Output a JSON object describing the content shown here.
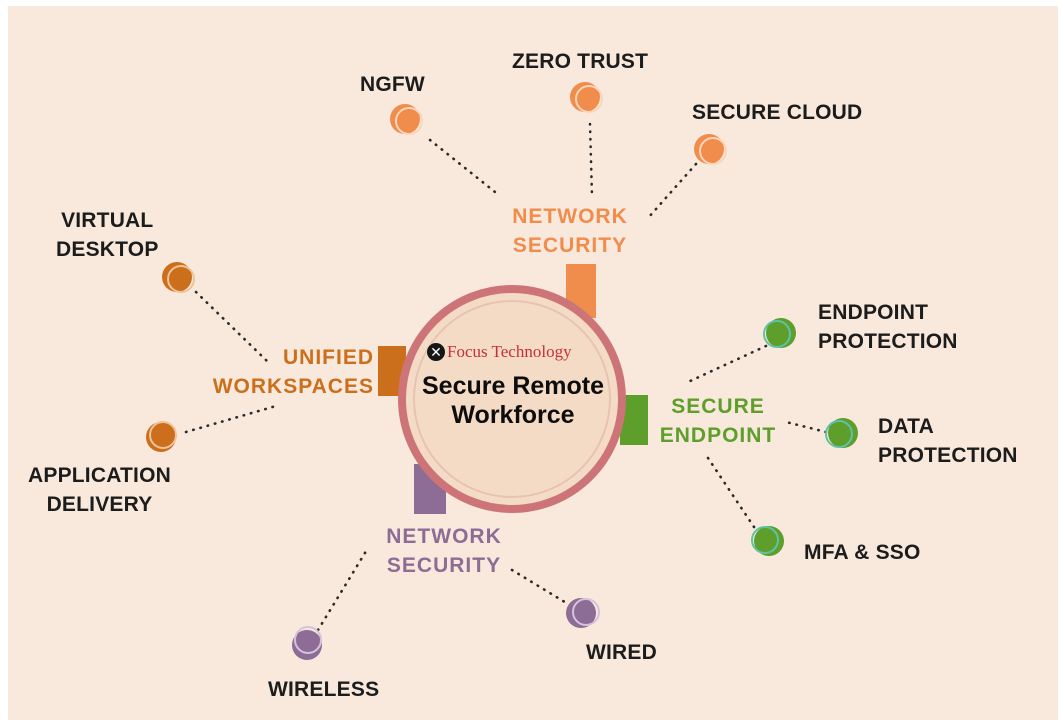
{
  "colors": {
    "background": "#f8e9dc",
    "network_security_top": "#f08c4c",
    "secure_endpoint": "#5e9e2a",
    "unified_workspaces": "#cb6f1c",
    "network_security_bottom": "#8d6c95",
    "hub_ring": "#cd7478",
    "hub_fill": "#f4dbc5",
    "brand_red": "#c62f35"
  },
  "hub": {
    "brand_icon": "x-circle-icon",
    "brand": "Focus Technology",
    "title": "Secure Remote Workforce"
  },
  "categories": {
    "network_security_top": {
      "line1": "NETWORK",
      "line2": "SECURITY"
    },
    "secure_endpoint": {
      "line1": "SECURE",
      "line2": "ENDPOINT"
    },
    "unified_workspaces": {
      "line1": "UNIFIED",
      "line2": "WORKSPACES"
    },
    "network_security_bottom": {
      "line1": "NETWORK",
      "line2": "SECURITY"
    }
  },
  "leaves": {
    "ngfw": "NGFW",
    "zero_trust": "ZERO TRUST",
    "secure_cloud": "SECURE CLOUD",
    "endpoint_protection": {
      "line1": "ENDPOINT",
      "line2": "PROTECTION"
    },
    "data_protection": {
      "line1": "DATA",
      "line2": "PROTECTION"
    },
    "mfa_sso": "MFA & SSO",
    "virtual_desktop": {
      "line1": "VIRTUAL",
      "line2": "DESKTOP"
    },
    "application_delivery": {
      "line1": "APPLICATION",
      "line2": "DELIVERY"
    },
    "wireless": "WIRELESS",
    "wired": "WIRED"
  }
}
